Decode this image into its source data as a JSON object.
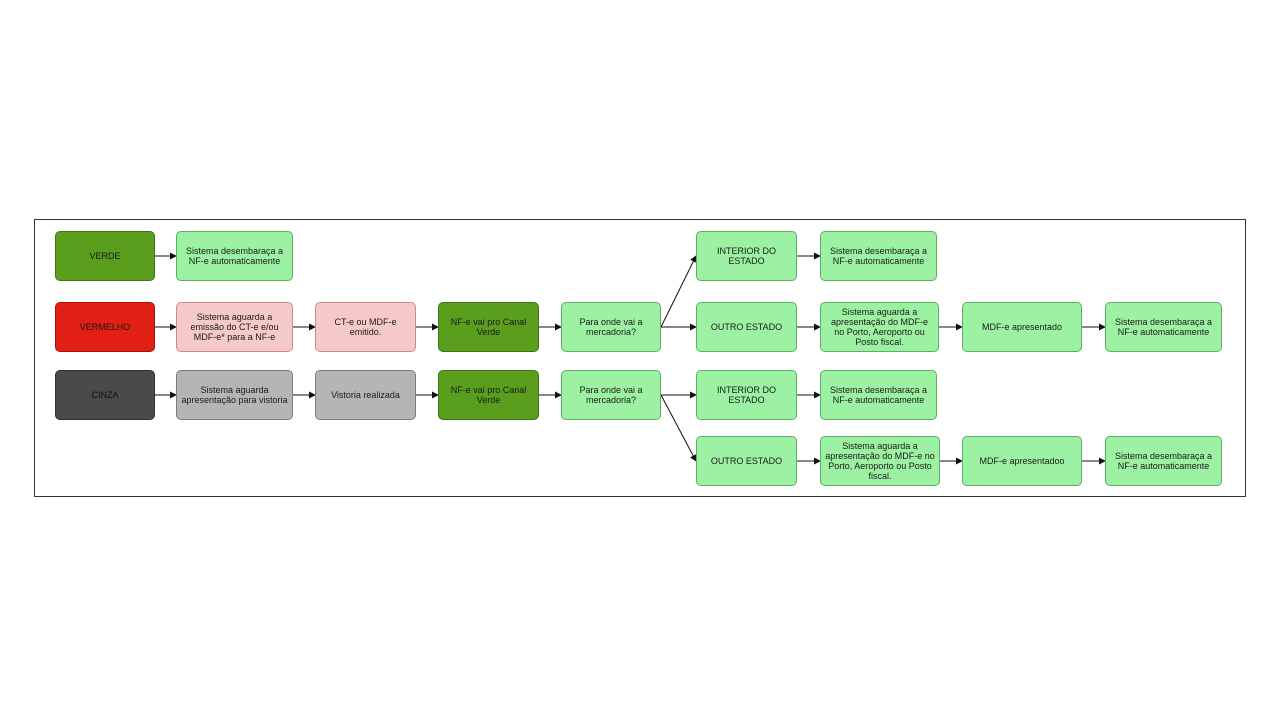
{
  "nodes": {
    "verde": "VERDE",
    "verde_result": "Sistema desembaraça a NF-e automaticamente",
    "vermelho": "VERMELHO",
    "vermelho_wait": "Sistema aguarda a emissão do CT-e e/ou MDF-e* para a NF-e",
    "vermelho_emitted": "CT-e ou MDF-e emitido.",
    "vermelho_canal": "NF-e vai pro Canal Verde",
    "vermelho_question": "Para onde vai a mercadoria?",
    "vermelho_interior": "INTERIOR DO ESTADO",
    "vermelho_interior_result": "Sistema desembaraça a NF-e automaticamente",
    "vermelho_outro": "OUTRO ESTADO",
    "vermelho_outro_wait": "Sistema aguarda a apresentação do MDF-e no Porto, Aeroporto ou Posto fiscal.",
    "vermelho_mdfe": "MDF-e apresentado",
    "vermelho_outro_result": "Sistema desembaraça a NF-e automaticamente",
    "cinza": "CINZA",
    "cinza_wait": "Sistema aguarda apresentação para vistoria",
    "cinza_vistoria": "Vistoria realizada",
    "cinza_canal": "NF-e vai pro Canal Verde",
    "cinza_question": "Para onde vai a mercadoria?",
    "cinza_interior": "INTERIOR DO ESTADO",
    "cinza_interior_result": "Sistema desembaraça a NF-e automaticamente",
    "cinza_outro": "OUTRO ESTADO",
    "cinza_outro_wait": "Sistema aguarda a apresentação do MDF-e no Porto, Aeroporto ou Posto fiscal.",
    "cinza_mdfe": "MDF-e apresentadoo",
    "cinza_outro_result": "Sistema desembaraça a NF-e automaticamente"
  },
  "colors": {
    "dark_green": "#5a9e1e",
    "red": "#e11f14",
    "dark_gray": "#4a4a4a",
    "light_green": "#9cf2a2",
    "pink": "#f5c9c7",
    "light_gray": "#b5b5b5"
  }
}
